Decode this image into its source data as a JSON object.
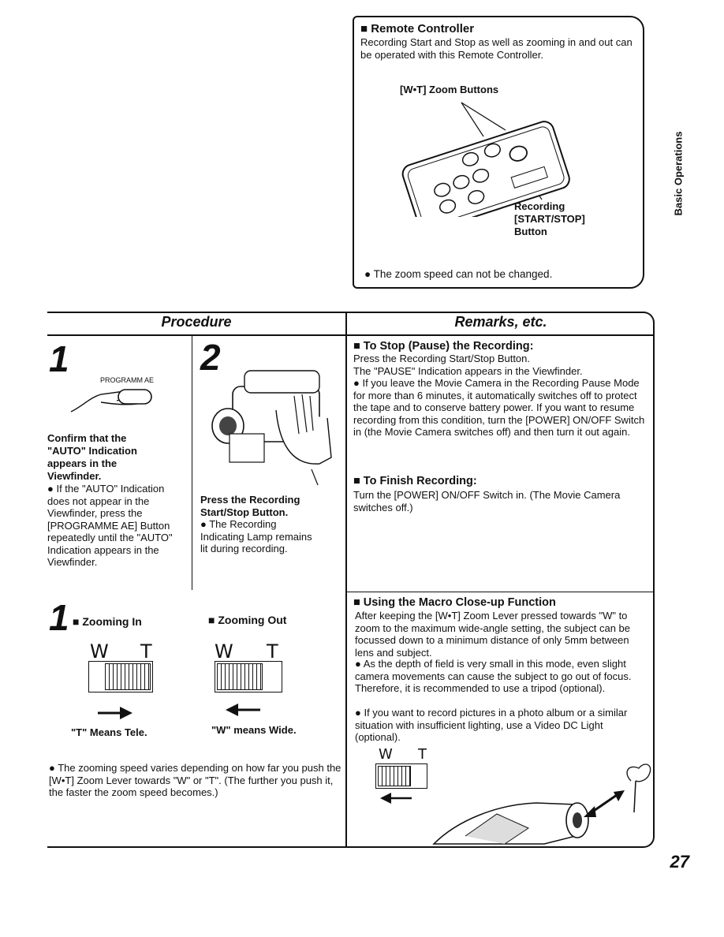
{
  "remote": {
    "title": "■ Remote Controller",
    "description": "Recording Start and Stop as well as zooming in and out can be operated with this Remote Controller.",
    "zoom_label": "[W•T] Zoom Buttons",
    "rec_label_1": "Recording",
    "rec_label_2": "[START/STOP]",
    "rec_label_3": "Button",
    "note": "● The zoom speed can not be changed."
  },
  "sidebar": {
    "section": "Basic Operations"
  },
  "headers": {
    "procedure": "Procedure",
    "remarks": "Remarks, etc."
  },
  "step1": {
    "number": "1",
    "button_label": "PROGRAMM AE",
    "bold_1": "Confirm that the",
    "bold_2": "\"AUTO\" Indication",
    "bold_3": "appears in the",
    "bold_4": "Viewfinder.",
    "note": "● If the \"AUTO\" Indication does not appear in the Viewfinder, press the [PROGRAMME AE] Button repeatedly until the \"AUTO\" Indication appears in the Viewfinder."
  },
  "step2": {
    "number": "2",
    "bold_1": "Press the Recording",
    "bold_2": "Start/Stop Button.",
    "note": "● The Recording Indicating Lamp remains lit during recording."
  },
  "remarks": {
    "stop_title": "■ To Stop (Pause) the Recording:",
    "stop_1": "Press the Recording Start/Stop Button.",
    "stop_2": "The \"PAUSE\" Indication appears in the Viewfinder.",
    "stop_note": "● If you leave the Movie Camera in the Recording Pause Mode for more than 6 minutes, it automatically switches off to protect the tape and to conserve battery power. If you want to resume recording from this condition, turn the [POWER] ON/OFF Switch in (the Movie Camera switches off) and then turn it out again.",
    "finish_title": "■ To Finish Recording:",
    "finish_text": "Turn the [POWER] ON/OFF Switch in. (The Movie Camera switches off.)"
  },
  "zoom": {
    "number": "1",
    "in_title": "■ Zooming In",
    "out_title": "■ Zooming Out",
    "w": "W",
    "t": "T",
    "tele_caption": "\"T\" Means Tele.",
    "wide_caption": "\"W\" means Wide.",
    "speed_note": "● The zooming speed varies depending on how far you push the [W•T] Zoom Lever towards \"W\" or \"T\". (The further you push it, the faster the zoom speed becomes.)"
  },
  "macro": {
    "title": "■ Using the Macro Close-up Function",
    "text": "After keeping the [W•T] Zoom Lever pressed towards \"W\" to zoom to the maximum wide-angle setting, the subject can be focussed down to a minimum distance of only 5mm between lens and subject.",
    "bullet_1": "● As the depth of field is very small in this mode, even slight camera movements can cause the subject to go out of focus. Therefore, it is recommended to use a tripod (optional).",
    "bullet_2": "● If you want to record pictures in a photo album or a similar situation with insufficient lighting, use a Video DC Light (optional).",
    "w": "W",
    "t": "T"
  },
  "page_number": "27"
}
